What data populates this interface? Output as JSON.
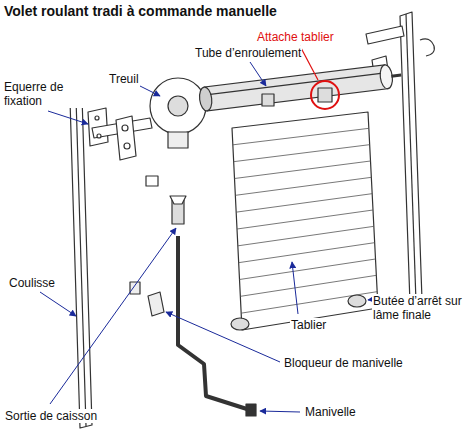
{
  "diagram": {
    "title": "Volet roulant tradi à commande manuelle",
    "labels": [
      "Attache tablier",
      "Tube d’enroulement",
      "Equerre de fixation",
      "Treuil",
      "Coulisse",
      "Tablier",
      "Butée d’arrêt sur lâme finale",
      "Bloqueur de manivelle",
      "Sortie de caisson",
      "Manivelle"
    ]
  }
}
